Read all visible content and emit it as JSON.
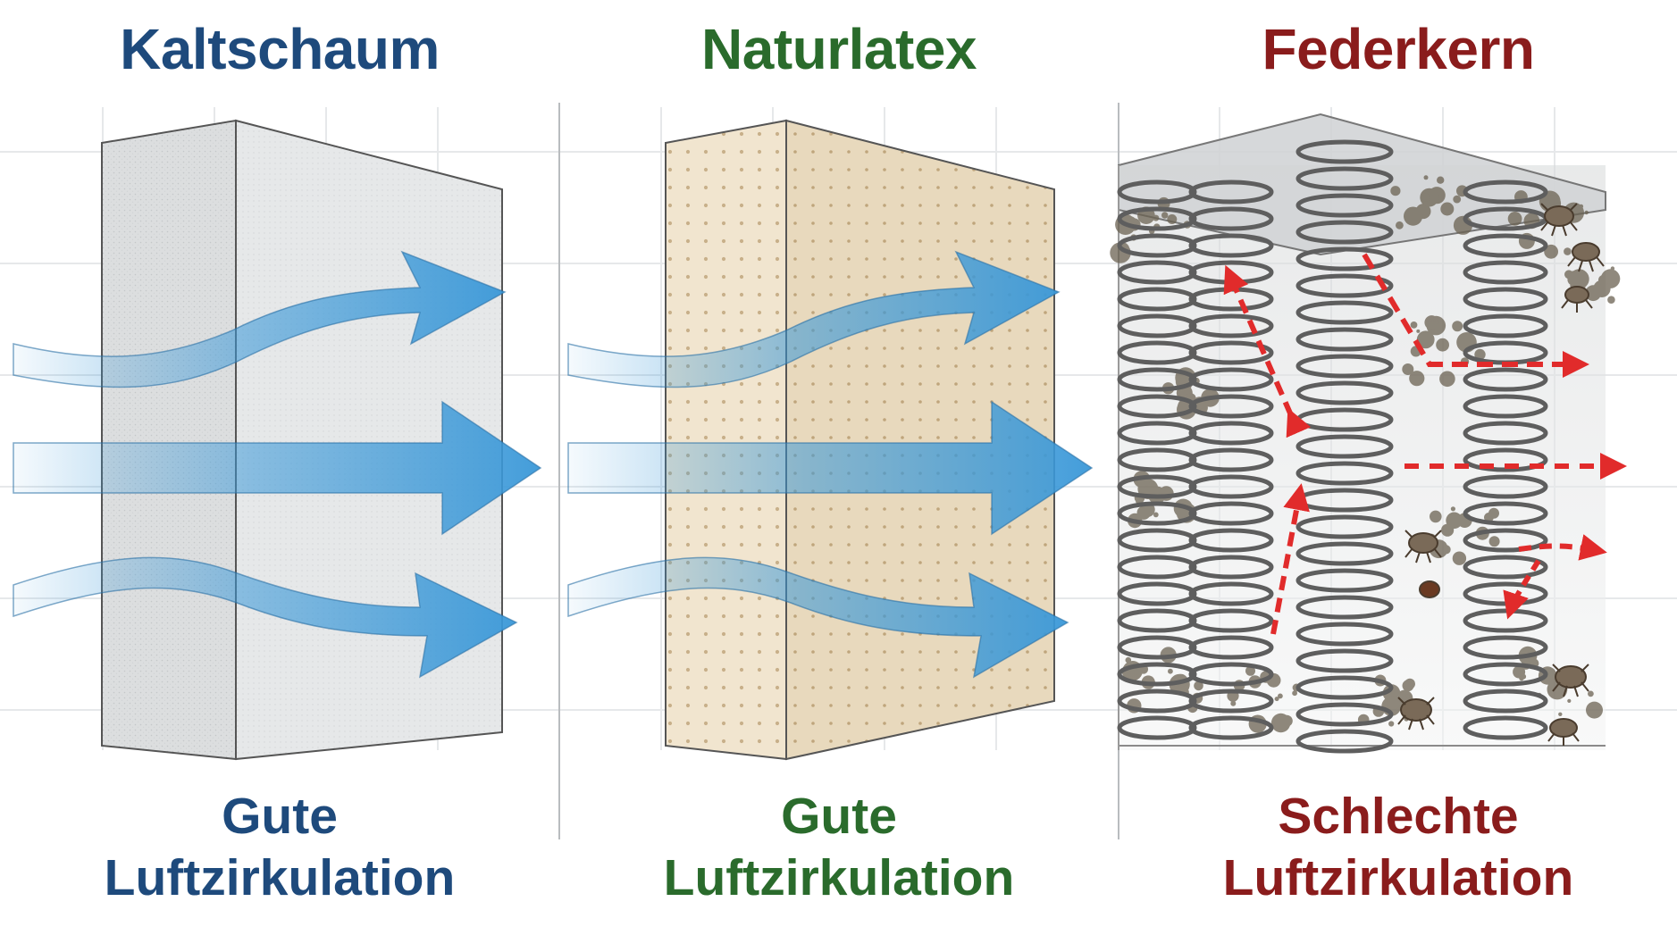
{
  "colors": {
    "blue": "#1e4a7c",
    "green": "#2a6b2c",
    "red": "#8a1c1c",
    "arrow_blue": "#3a98d8",
    "arrow_red": "#e12b2b",
    "foam_grey": "#dcdedf",
    "latex_beige": "#f1e5cf"
  },
  "panels": [
    {
      "title": "Kaltschaum",
      "caption_line1": "Gute",
      "caption_line2": "Luftzirkulation",
      "material_icon": "foam-block",
      "airflow": "blue-arrows-through"
    },
    {
      "title": "Naturlatex",
      "caption_line1": "Gute",
      "caption_line2": "Luftzirkulation",
      "material_icon": "perforated-latex-block",
      "airflow": "blue-arrows-through"
    },
    {
      "title": "Federkern",
      "caption_line1": "Schlechte",
      "caption_line2": "Luftzirkulation",
      "material_icon": "spring-coils-with-dust-and-mites",
      "airflow": "red-dashed-arrows-scattered"
    }
  ]
}
